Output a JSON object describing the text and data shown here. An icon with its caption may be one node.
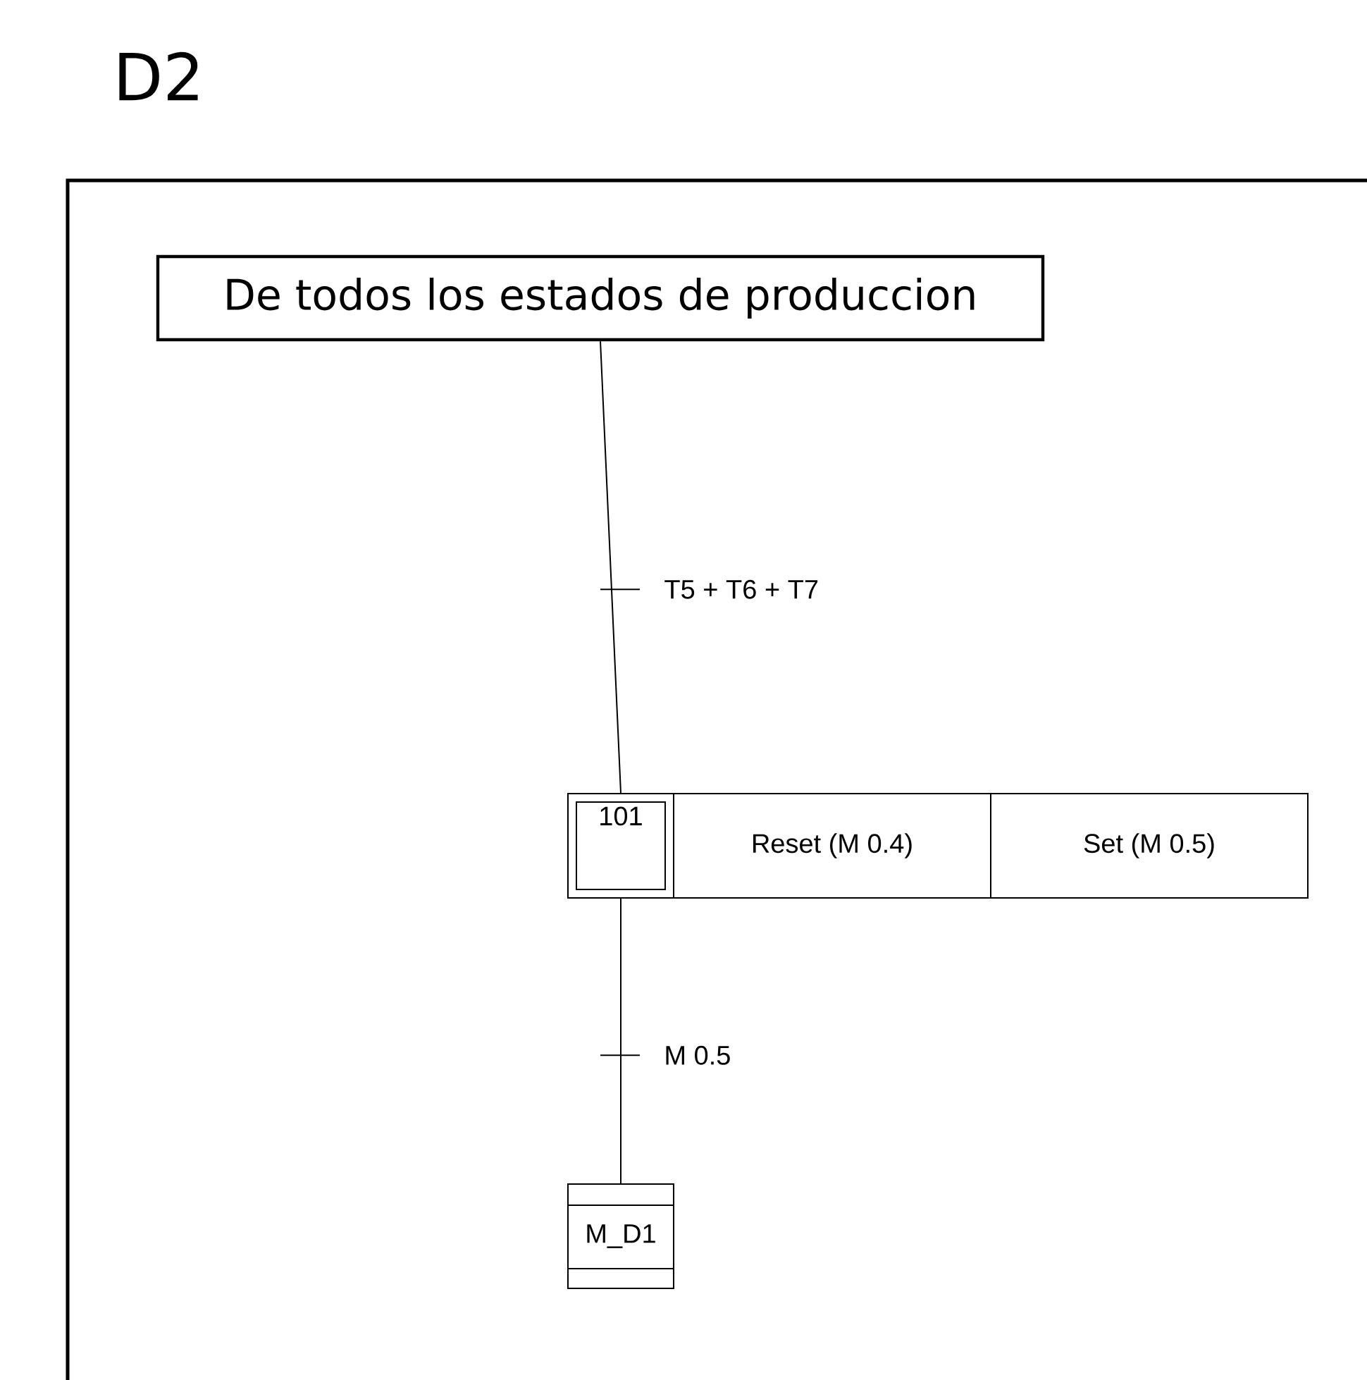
{
  "diagram": {
    "title": "D2",
    "nodes": [
      {
        "text": [
          "De todos los estados de produccion"
        ]
      },
      {
        "text": [
          "101"
        ]
      },
      {
        "text": [
          "Reset (M 0.4)"
        ]
      },
      {
        "text": [
          "Set (M 0.5)"
        ]
      },
      {
        "text": [
          "M_D1"
        ]
      }
    ],
    "edges": [
      {
        "from": 0,
        "to": 1,
        "arrow": "none",
        "label": "T5 + T6 + T7"
      },
      {
        "from": 1,
        "to": 4,
        "arrow": "none",
        "label": "M 0.5"
      }
    ]
  }
}
